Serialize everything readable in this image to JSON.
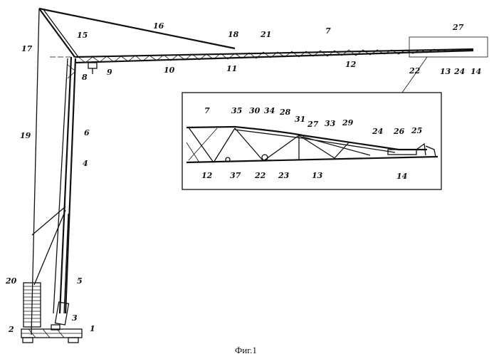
{
  "figure": {
    "caption": "Фиг.1",
    "main_labels": [
      "17",
      "15",
      "16",
      "18",
      "21",
      "7",
      "27",
      "9",
      "10",
      "11",
      "12",
      "8",
      "22",
      "13",
      "24",
      "14",
      "6",
      "4",
      "19",
      "5",
      "20",
      "3",
      "2",
      "1"
    ],
    "inset_labels": [
      "7",
      "35",
      "30",
      "34",
      "28",
      "31",
      "27",
      "33",
      "29",
      "24",
      "26",
      "25",
      "12",
      "37",
      "22",
      "23",
      "13",
      "14"
    ]
  }
}
